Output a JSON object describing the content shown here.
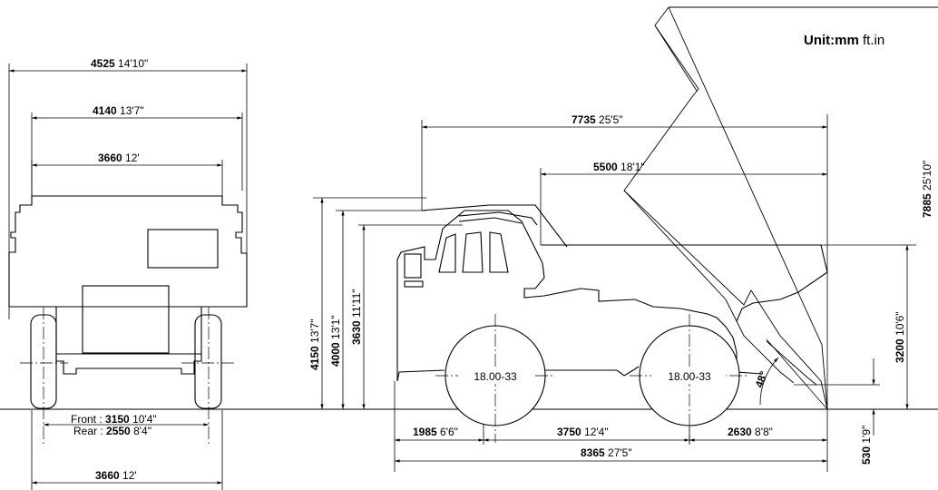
{
  "unit": {
    "label_bold": "Unit:mm",
    "label_normal": "ft.in"
  },
  "front_view": {
    "overall_width": {
      "mm": "4525",
      "ftin": "14'10\""
    },
    "width_2": {
      "mm": "4140",
      "ftin": "13'7\""
    },
    "width_3": {
      "mm": "3660",
      "ftin": "12'"
    },
    "tread_front": {
      "prefix": "Front : ",
      "mm": "3150",
      "ftin": "10'4\""
    },
    "tread_rear": {
      "prefix": "Rear : ",
      "mm": "2550",
      "ftin": "8'4\""
    },
    "bottom_width": {
      "mm": "3660",
      "ftin": "12'"
    }
  },
  "side_view": {
    "body_length": {
      "mm": "7735",
      "ftin": "25'5\""
    },
    "body_inner_length": {
      "mm": "5500",
      "ftin": "18'1\""
    },
    "tire_front": "18.00-33",
    "tire_rear": "18.00-33",
    "overall_height": {
      "mm": "4150",
      "ftin": "13'7\""
    },
    "height_2": {
      "mm": "4000",
      "ftin": "13'1\""
    },
    "cab_height": {
      "mm": "3630",
      "ftin": "11'11\""
    },
    "front_overhang": {
      "mm": "1985",
      "ftin": "6'6\""
    },
    "wheelbase": {
      "mm": "3750",
      "ftin": "12'4\""
    },
    "rear_overhang": {
      "mm": "2630",
      "ftin": "8'8\""
    },
    "overall_length": {
      "mm": "8365",
      "ftin": "27'5\""
    },
    "loading_height": {
      "mm": "3200",
      "ftin": "10'6\""
    },
    "dump_height": {
      "mm": "7885",
      "ftin": "25'10\""
    },
    "ground_clearance": {
      "mm": "530",
      "ftin": "1'9\""
    },
    "dump_angle": "48°"
  }
}
